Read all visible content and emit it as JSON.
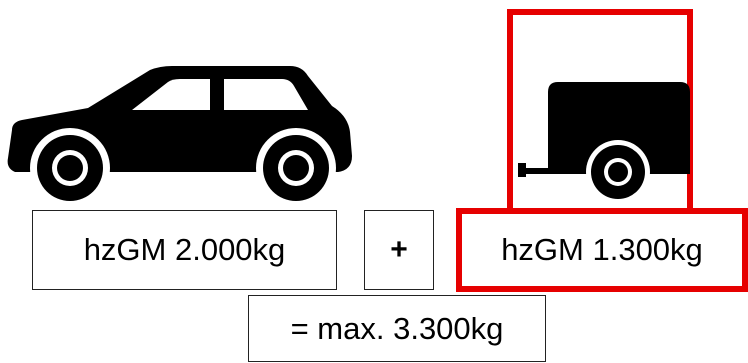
{
  "colors": {
    "highlight": "#e60000",
    "icon": "#000000",
    "text": "#000000",
    "border": "#222222"
  },
  "icons": {
    "car": "car-icon",
    "trailer": "trailer-icon"
  },
  "labels": {
    "car_weight": "hzGM 2.000kg",
    "plus": "+",
    "trailer_weight": "hzGM 1.300kg",
    "total": "= max. 3.300kg"
  }
}
